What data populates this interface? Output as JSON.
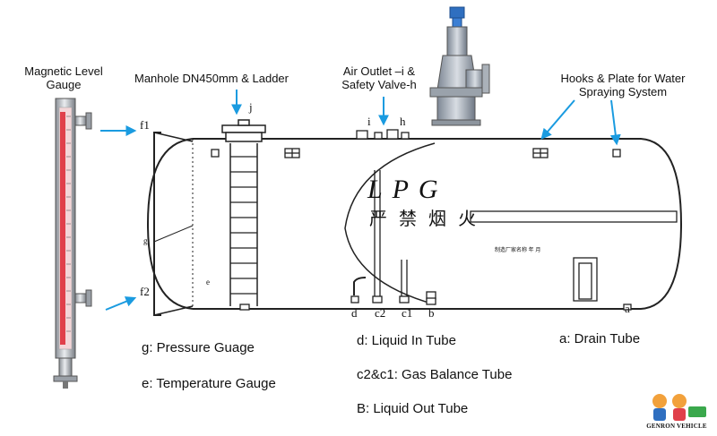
{
  "callouts": {
    "gauge": "Magnetic Level\nGauge",
    "manhole": "Manhole  DN450mm & Ladder",
    "air_outlet": "Air Outlet –i &\nSafety Valve-h",
    "hooks": "Hooks & Plate for Water\nSpraying System"
  },
  "tags": {
    "f1": "f1",
    "f2": "f2",
    "g": "g",
    "e": "e",
    "j": "j",
    "i": "i",
    "h": "h",
    "d": "d",
    "c2": "c2",
    "c1": "c1",
    "b": "b",
    "a": "a"
  },
  "tank": {
    "lpg": "L P G",
    "warning": "严 禁 烟 火",
    "plate_text": "制造厂家名称  年  月"
  },
  "legend": {
    "g": "g:  Pressure Guage",
    "e": "e:  Temperature Gauge",
    "d": "d: Liquid In Tube",
    "c": "c2&c1: Gas Balance Tube",
    "b": "B: Liquid Out Tube",
    "a": "a:  Drain Tube"
  },
  "logo": {
    "text": "GENRON VEHICLE"
  },
  "colors": {
    "arrow": "#1a9be0",
    "gauge_red": "#e0404a",
    "valve_blue": "#2f6fc0",
    "line": "#222222"
  }
}
